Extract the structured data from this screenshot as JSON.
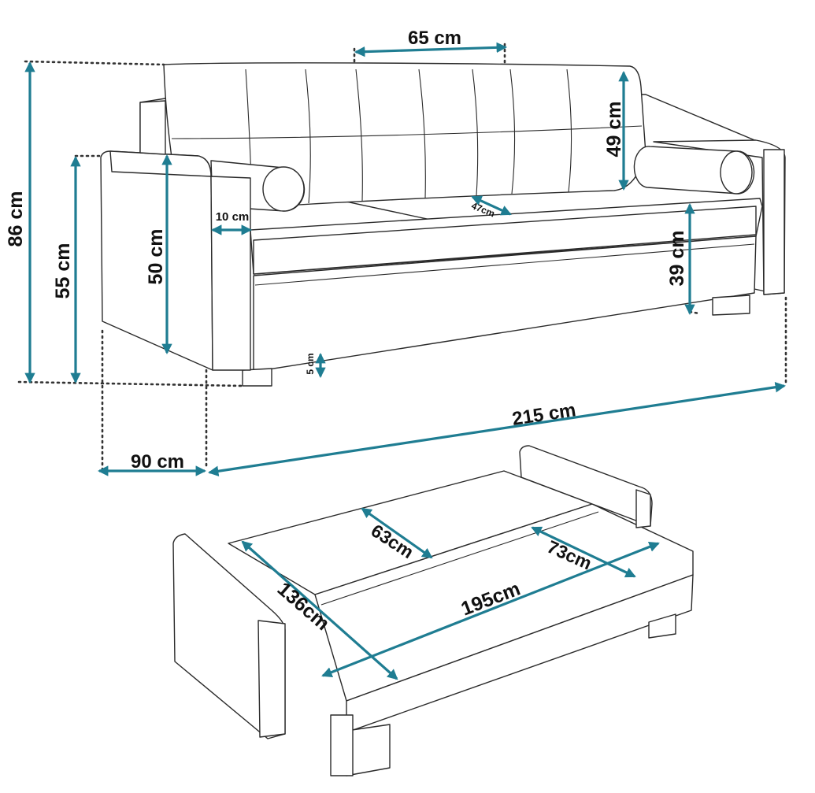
{
  "diagram": {
    "accent_color": "#1f7d92",
    "guide_style": "dotted",
    "closed_view": {
      "total_height": "86 cm",
      "armrest_height": "55 cm",
      "back_cushion_width": "65 cm",
      "back_cushion_height": "49 cm",
      "armrest_inner_height": "50 cm",
      "armrest_width": "10 cm",
      "seat_depth": "47cm",
      "seat_height": "39 cm",
      "leg_height": "5 cm",
      "depth": "90 cm",
      "width": "215 cm"
    },
    "open_view": {
      "section_depth_a": "63cm",
      "section_depth_b": "73cm",
      "bed_depth": "136cm",
      "bed_length": "195cm"
    }
  }
}
